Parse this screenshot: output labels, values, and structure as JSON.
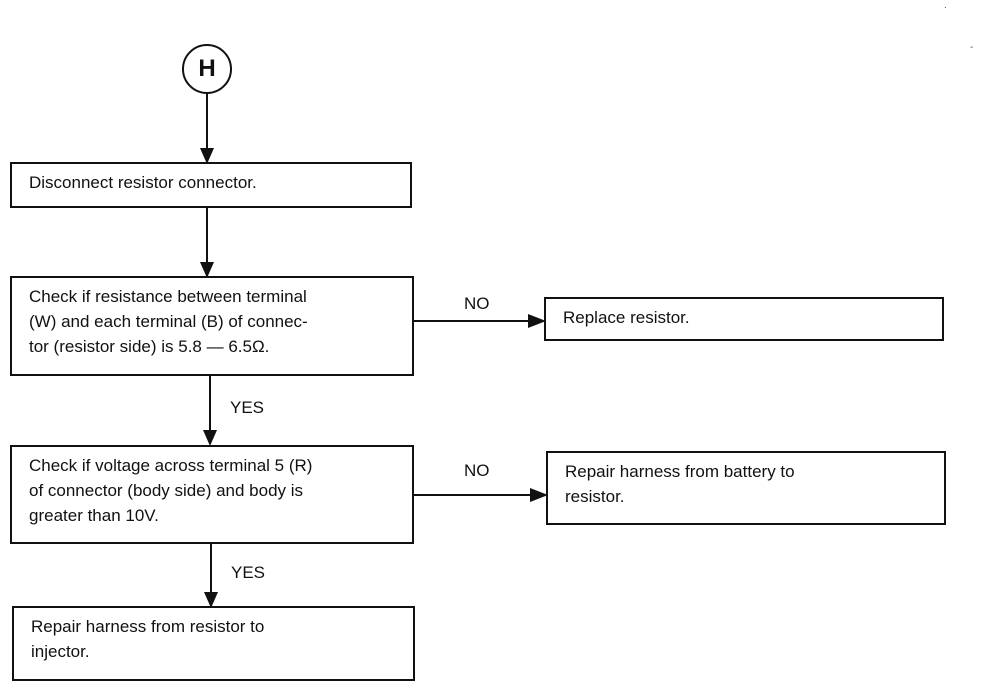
{
  "flowchart": {
    "start_connector": "H",
    "steps": {
      "disconnect": "Disconnect resistor connector.",
      "check_resistance": "Check if resistance between terminal\n(W) and each terminal (B) of connec-\ntor (resistor side) is 5.8 — 6.5Ω.",
      "replace_resistor": "Replace resistor.",
      "check_voltage": "Check if voltage across terminal 5 (R)\nof connector (body side) and body is\ngreater than 10V.",
      "repair_battery_resistor": "Repair harness from battery to\nresistor.",
      "repair_resistor_injector": "Repair harness from resistor to\ninjector."
    },
    "labels": {
      "no_1": "NO",
      "yes_1": "YES",
      "no_2": "NO",
      "yes_2": "YES"
    }
  },
  "colors": {
    "line": "#111111",
    "background": "#ffffff"
  }
}
